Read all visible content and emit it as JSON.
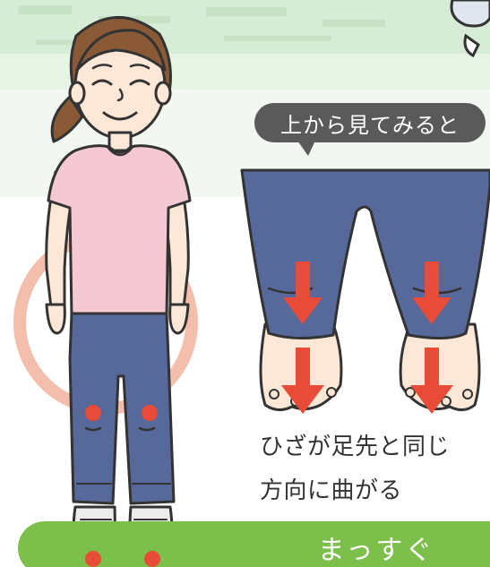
{
  "callout": {
    "text": "上から見てみると"
  },
  "caption": {
    "line1": "ひざが足先と同じ",
    "line2": "方向に曲がる"
  },
  "banner": {
    "text": "まっすぐ"
  },
  "colors": {
    "background_green": "#d7ecd6",
    "banner_green": "#7cbf4a",
    "pants_blue": "#56699a",
    "shirt_pink": "#f5c9d3",
    "ring_orange": "#f2b8a3",
    "arrow_red": "#e84b37",
    "callout_gray": "#5a5a5a"
  }
}
